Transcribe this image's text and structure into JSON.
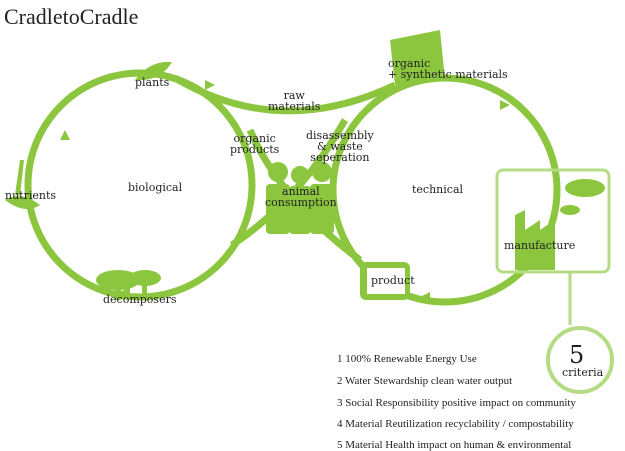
{
  "title": "CradletoCradle",
  "colors": {
    "green": "#8cc63f",
    "light_green": "#b5dc85"
  },
  "labels": {
    "plants": "plants",
    "nutrients": "nutrients",
    "decomposers": "decomposers",
    "biological": "biological",
    "raw_materials": "raw\nmaterials",
    "organic_products": "organic\nproducts",
    "disassembly": "disassembly\n& waste\nseperation",
    "animal_consumption": "animal\nconsumption",
    "technical": "technical",
    "materials": "organic\n+ synthetic materials",
    "manufacture": "manufacture",
    "product": "product"
  },
  "criteria_badge": {
    "number": "5",
    "label": "criteria"
  },
  "criteria": [
    {
      "name": "1 100% Renewable Energy Use",
      "desc": ""
    },
    {
      "name": "2 Water Stewardship",
      "desc": "clean water output"
    },
    {
      "name": "3 Social Responsibility",
      "desc": "positive impact on community"
    },
    {
      "name": "4 Material Reutilization",
      "desc": "recyclability / compostability"
    },
    {
      "name": "5 Material Health",
      "desc": "impact on human & environmental"
    }
  ]
}
